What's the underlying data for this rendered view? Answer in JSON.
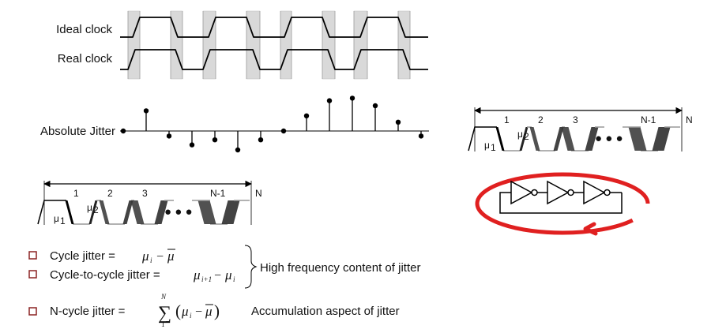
{
  "clock": {
    "ideal_label": "Ideal clock",
    "real_label": "Real clock"
  },
  "jitter": {
    "label": "Absolute Jitter",
    "samples": [
      0,
      0.8,
      -0.2,
      -0.55,
      -0.35,
      -0.75,
      -0.35,
      0,
      0.6,
      1.2,
      1.3,
      1.0,
      0.35,
      -0.2
    ]
  },
  "pulse_train": {
    "labels": [
      "1",
      "2",
      "3",
      "N-1",
      "N"
    ],
    "mu_symbol": "μ",
    "mu1_sub": "1",
    "mu2_sub": "2",
    "ellipsis": "● ● ●"
  },
  "definitions": {
    "cycle_jitter": "Cycle jitter =",
    "c2c_jitter": "Cycle-to-cycle jitter =",
    "ncycle_jitter": "N-cycle jitter =",
    "high_freq_note": "High frequency content of jitter",
    "accumulation_note": "Accumulation aspect of jitter",
    "bullet_color": "#8B2323"
  },
  "ring_oscillator": {
    "stages": 3,
    "loop_color": "#e02020"
  }
}
